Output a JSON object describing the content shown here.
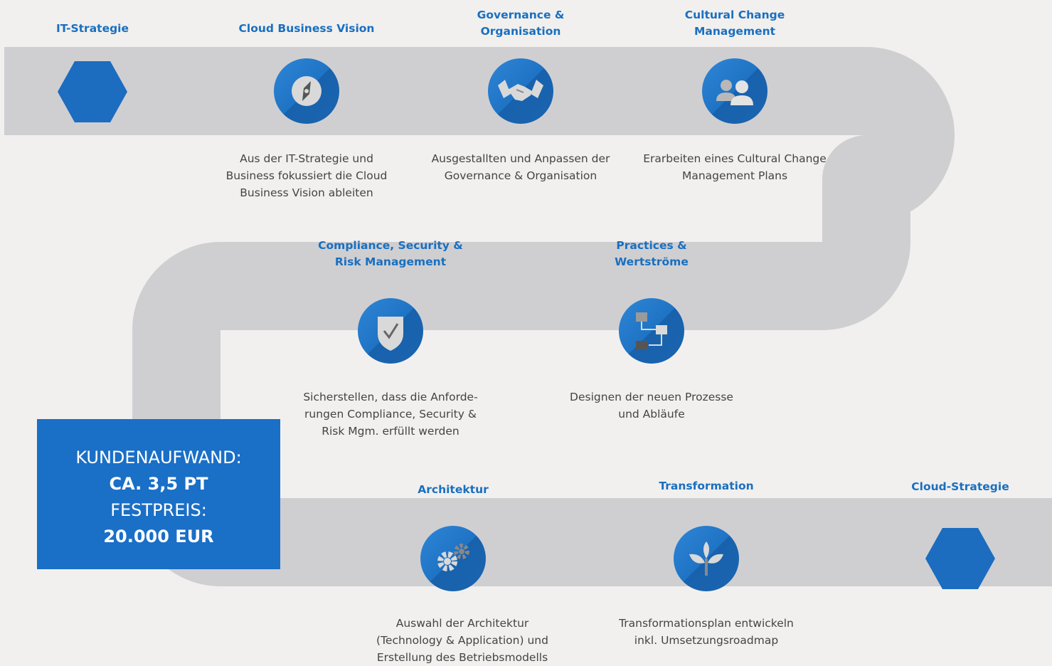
{
  "steps": {
    "it_strategie": {
      "title": [
        "IT-Strategie"
      ]
    },
    "cloud_business_vision": {
      "title": [
        "Cloud Business Vision"
      ],
      "desc": [
        "Aus der IT-Strategie und",
        "Business fokussiert die Cloud",
        "Business Vision ableiten"
      ],
      "icon": "compass-icon"
    },
    "governance": {
      "title": [
        "Governance &",
        "Organisation"
      ],
      "desc": [
        "Ausgestallten und Anpassen der",
        "Governance & Organisation"
      ],
      "icon": "handshake-icon"
    },
    "cultural_change": {
      "title": [
        "Cultural Change",
        "Management"
      ],
      "desc": [
        "Erarbeiten eines Cultural Change",
        "Management Plans"
      ],
      "icon": "people-icon"
    },
    "compliance": {
      "title": [
        "Compliance, Security &",
        "Risk Management"
      ],
      "desc": [
        "Sicherstellen, dass die Anforde-",
        "rungen Compliance, Security &",
        "Risk Mgm. erfüllt werden"
      ],
      "icon": "shield-check-icon"
    },
    "practices": {
      "title": [
        "Practices &",
        "Wertströme"
      ],
      "desc": [
        "Designen der neuen Prozesse",
        "und Abläufe"
      ],
      "icon": "flowchart-icon"
    },
    "architektur": {
      "title": [
        "Architektur"
      ],
      "desc": [
        "Auswahl der Architektur",
        "(Technology & Application) und",
        "Erstellung des Betriebsmodells"
      ],
      "icon": "gears-icon"
    },
    "transformation": {
      "title": [
        "Transformation"
      ],
      "desc": [
        "Transformationsplan entwickeln",
        "inkl. Umsetzungsroadmap"
      ],
      "icon": "plant-icon"
    },
    "cloud_strategie": {
      "title": [
        "Cloud-Strategie"
      ]
    }
  },
  "cost_box": {
    "line1": "KUNDENAUFWAND:",
    "line2": "CA. 3,5 PT",
    "line3": "FESTPREIS:",
    "line4": "20.000 EUR"
  },
  "colors": {
    "accent": "#1a6fbf",
    "road": "#cfcfd2",
    "background": "#f1f0ef",
    "box": "#1a6fc7"
  }
}
